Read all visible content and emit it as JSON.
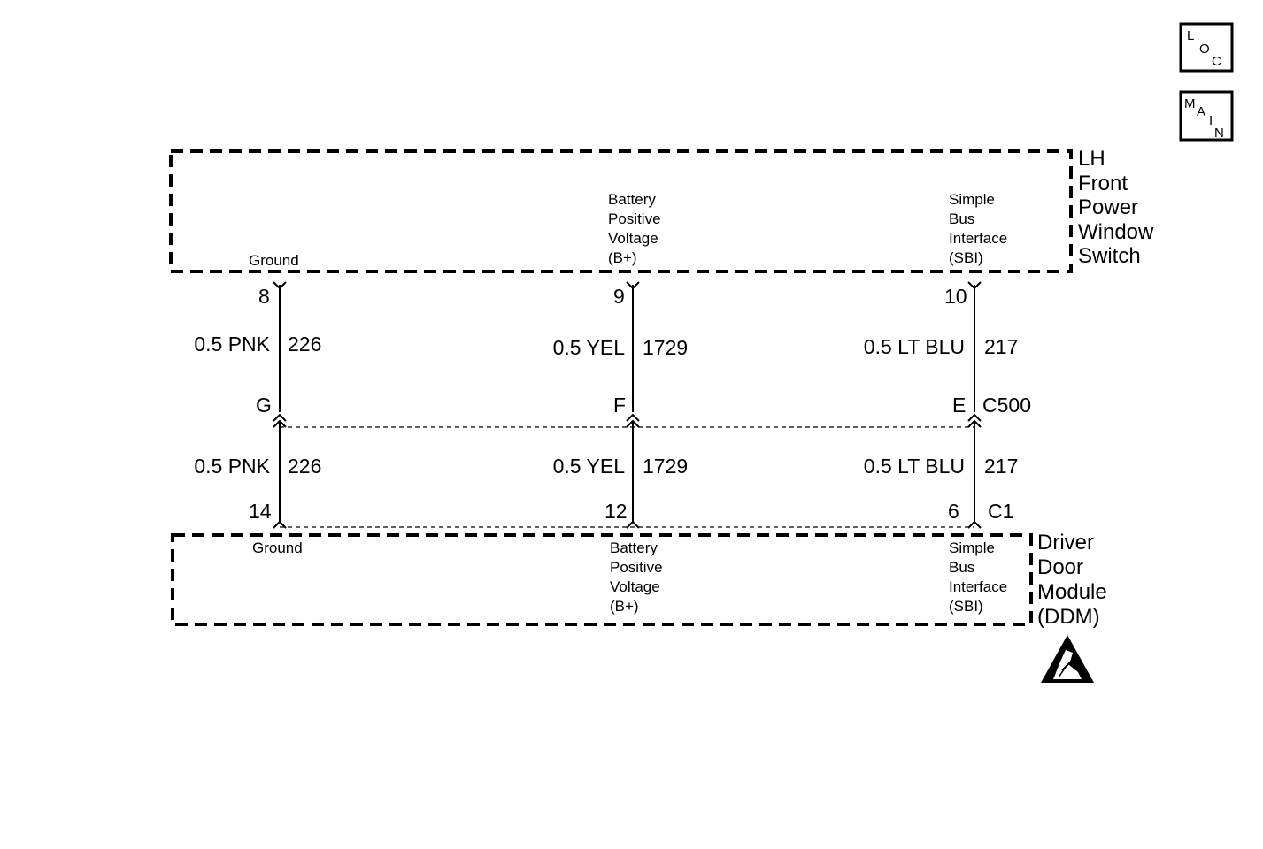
{
  "nav_icons": {
    "loc": {
      "l1": "L",
      "l2": "O",
      "l3": "C"
    },
    "main": {
      "l1": "M",
      "l2": "A",
      "l3": "I",
      "l4": "N"
    }
  },
  "switch": {
    "name_lines": [
      "LH",
      "Front",
      "Power",
      "Window",
      "Switch"
    ],
    "terminals": [
      {
        "label_lines": [
          "Ground"
        ],
        "pin": "8"
      },
      {
        "label_lines": [
          "Battery",
          "Positive",
          "Voltage",
          "(B+)"
        ],
        "pin": "9"
      },
      {
        "label_lines": [
          "Simple",
          "Bus",
          "Interface",
          "(SBI)"
        ],
        "pin": "10"
      }
    ]
  },
  "upper_wires": [
    {
      "spec": "0.5 PNK",
      "circuit": "226"
    },
    {
      "spec": "0.5 YEL",
      "circuit": "1729"
    },
    {
      "spec": "0.5 LT BLU",
      "circuit": "217"
    }
  ],
  "connector_c500": {
    "name": "C500",
    "pins": [
      "G",
      "F",
      "E"
    ]
  },
  "lower_wires": [
    {
      "spec": "0.5 PNK",
      "circuit": "226"
    },
    {
      "spec": "0.5 YEL",
      "circuit": "1729"
    },
    {
      "spec": "0.5 LT BLU",
      "circuit": "217"
    }
  ],
  "connector_c1": {
    "name": "C1",
    "pins": [
      "14",
      "12",
      "6"
    ]
  },
  "module": {
    "name_lines": [
      "Driver",
      "Door",
      "Module",
      "(DDM)"
    ],
    "terminals": [
      {
        "label_lines": [
          "Ground"
        ]
      },
      {
        "label_lines": [
          "Battery",
          "Positive",
          "Voltage",
          "(B+)"
        ]
      },
      {
        "label_lines": [
          "Simple",
          "Bus",
          "Interface",
          "(SBI)"
        ]
      }
    ]
  },
  "esd_symbol": "esd-sensitive-icon"
}
